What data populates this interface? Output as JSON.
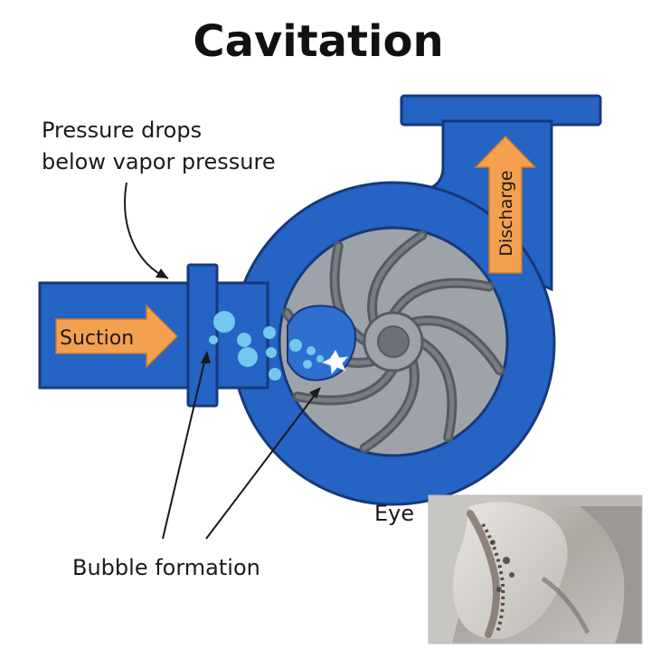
{
  "title": "Cavitation",
  "labels": {
    "pressure_line1": "Pressure drops",
    "pressure_line2": "below vapor pressure",
    "suction": "Suction",
    "discharge": "Discharge",
    "bubble_formation": "Bubble formation",
    "eye": "Eye"
  },
  "colors": {
    "pump_body": "#2563c4",
    "pump_outline": "#17397a",
    "arrow": "#f4a14f",
    "bubble": "#74c8ee",
    "impeller": "#9ea3aa",
    "impeller_dark": "#565b62",
    "hub": "#6c7178",
    "eye_region": "#2f6fd0"
  },
  "icons": {
    "suction_arrow": "arrow-right-icon",
    "discharge_arrow": "arrow-up-icon",
    "collapse_burst": "starburst-icon"
  },
  "photo": {
    "subject": "damaged-impeller-blade-photo"
  }
}
